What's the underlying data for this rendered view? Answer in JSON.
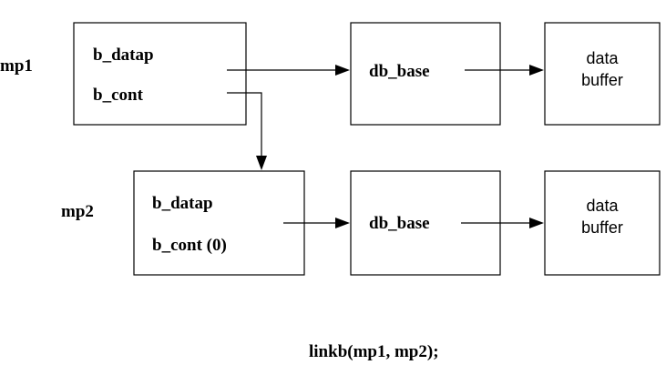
{
  "labels": {
    "mp1": "mp1",
    "mp2": "mp2"
  },
  "row1": {
    "mblk_field_1": "b_datap",
    "mblk_field_2": "b_cont",
    "dblk_field": "db_base",
    "buffer_line1": "data",
    "buffer_line2": "buffer"
  },
  "row2": {
    "mblk_field_1": "b_datap",
    "mblk_field_2": "b_cont (0)",
    "dblk_field": "db_base",
    "buffer_line1": "data",
    "buffer_line2": "buffer"
  },
  "caption": "linkb(mp1, mp2);"
}
